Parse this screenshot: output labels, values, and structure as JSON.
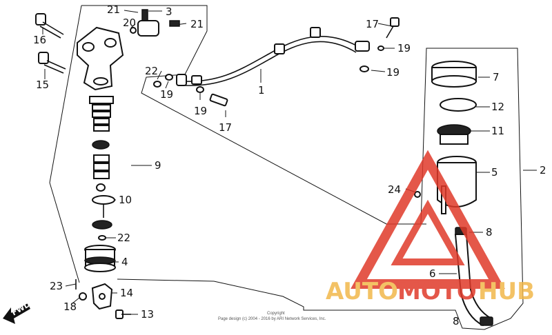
{
  "labels": {
    "p1": "1",
    "p2": "2",
    "p3": "3",
    "p4": "4",
    "p5": "5",
    "p6": "6",
    "p7": "7",
    "p8a": "8",
    "p8b": "8",
    "p9": "9",
    "p10": "10",
    "p11": "11",
    "p12": "12",
    "p13": "13",
    "p14": "14",
    "p15": "15",
    "p16": "16",
    "p17a": "17",
    "p17b": "17",
    "p18": "18",
    "p19a": "19",
    "p19b": "19",
    "p19c": "19",
    "p19d": "19",
    "p20": "20",
    "p21a": "21",
    "p21b": "21",
    "p22a": "22",
    "p22b": "22",
    "p23": "23",
    "p24": "24"
  },
  "fwd": "FWD",
  "watermark": {
    "auto": "AUTO",
    "moto": "MOTO",
    "hub": "HUB",
    "red": "#e03a2a",
    "gold": "#f2b84b"
  },
  "copyright": {
    "line1": "Copyright",
    "line2": "Page design (c) 2004 - 2016 by ARI Network Services, Inc."
  }
}
